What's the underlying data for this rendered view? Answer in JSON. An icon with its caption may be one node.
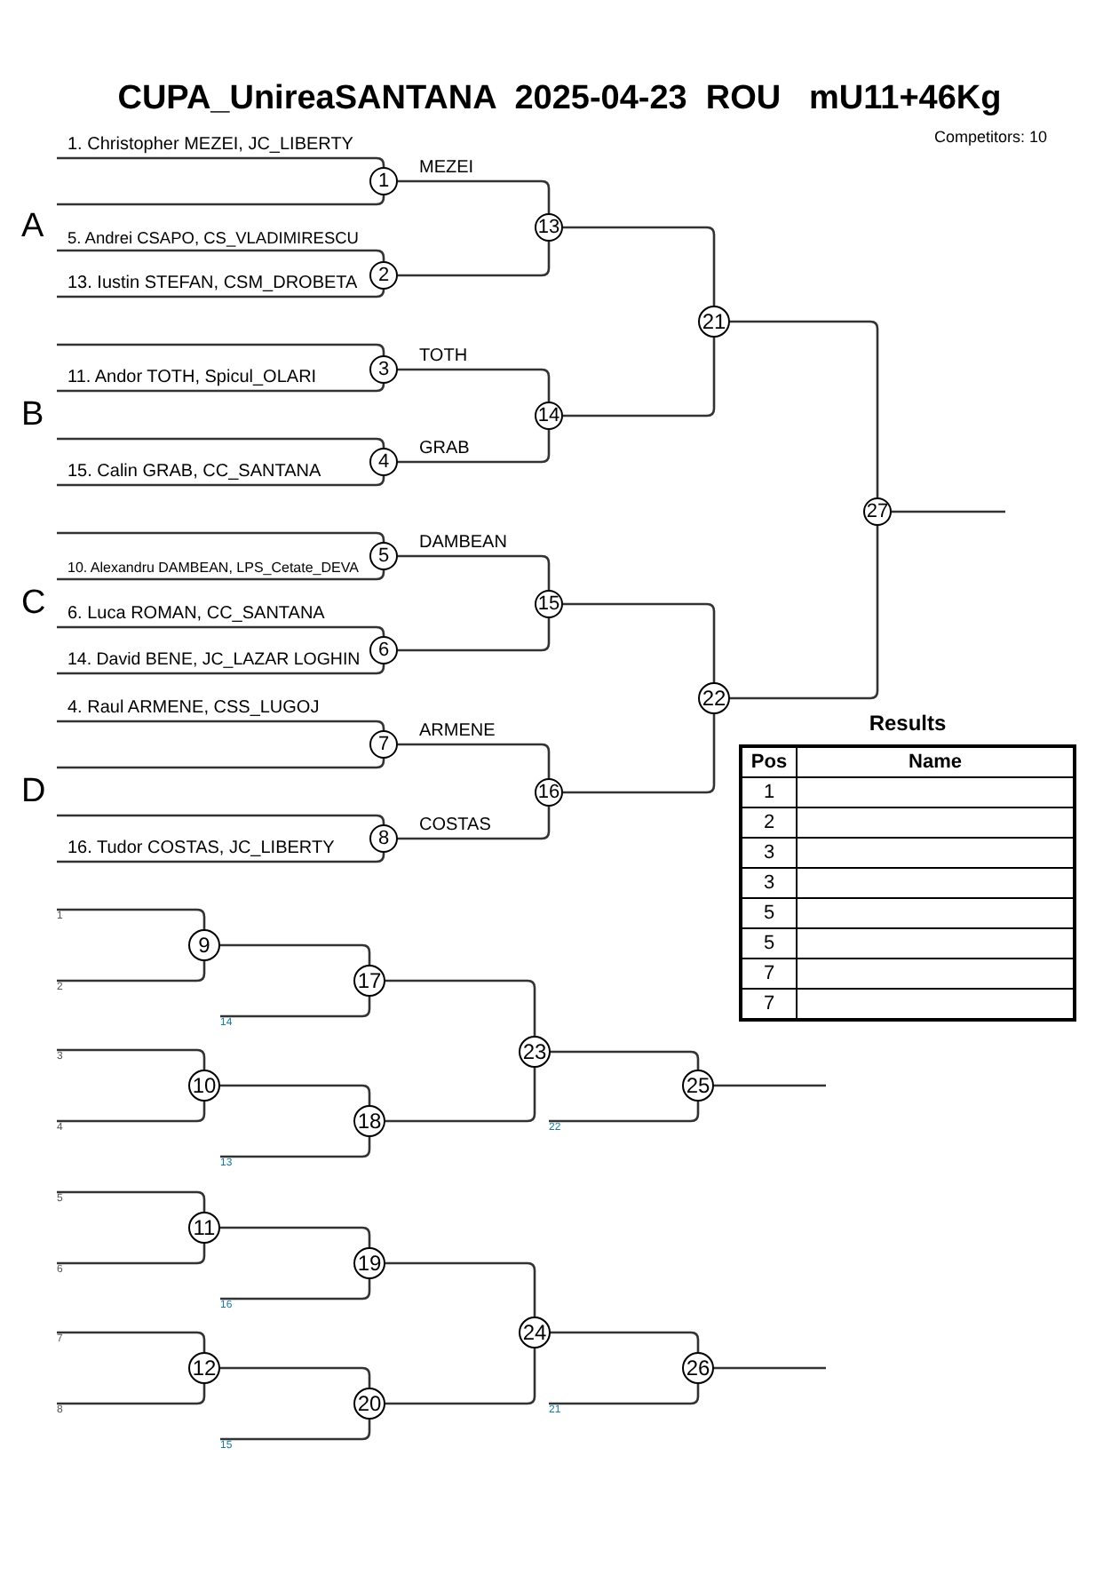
{
  "diagram": {
    "title": "CUPA_UnireaSANTANA  2025-04-23  ROU   mU11+46Kg",
    "nodes": [
      {
        "text": [
          "1"
        ]
      },
      {
        "text": [
          "2"
        ]
      },
      {
        "text": [
          "3"
        ]
      },
      {
        "text": [
          "4"
        ]
      },
      {
        "text": [
          "5"
        ]
      },
      {
        "text": [
          "6"
        ]
      },
      {
        "text": [
          "7"
        ]
      },
      {
        "text": [
          "8"
        ]
      },
      {
        "text": [
          "9"
        ]
      },
      {
        "text": [
          "10"
        ]
      },
      {
        "text": [
          "11"
        ]
      },
      {
        "text": [
          "12"
        ]
      },
      {
        "text": [
          "13"
        ]
      },
      {
        "text": [
          "14"
        ]
      },
      {
        "text": [
          "15"
        ]
      },
      {
        "text": [
          "16"
        ]
      },
      {
        "text": [
          "17"
        ]
      },
      {
        "text": [
          "18"
        ]
      },
      {
        "text": [
          "19"
        ]
      },
      {
        "text": [
          "20"
        ]
      },
      {
        "text": [
          "21"
        ]
      },
      {
        "text": [
          "22"
        ]
      },
      {
        "text": [
          "23"
        ]
      },
      {
        "text": [
          "24"
        ]
      },
      {
        "text": [
          "25"
        ]
      },
      {
        "text": [
          "26"
        ]
      },
      {
        "text": [
          "27"
        ]
      }
    ],
    "edges": [
      {
        "from": null,
        "to": 0,
        "arrow": "none",
        "label": "1. Christopher MEZEI, JC_LIBERTY"
      },
      {
        "from": null,
        "to": 0,
        "arrow": "none"
      },
      {
        "from": null,
        "to": 1,
        "arrow": "none",
        "label": "5. Andrei CSAPO, CS_VLADIMIRESCU"
      },
      {
        "from": null,
        "to": 1,
        "arrow": "none",
        "label": "13. Iustin STEFAN, CSM_DROBETA"
      },
      {
        "from": null,
        "to": 2,
        "arrow": "none"
      },
      {
        "from": null,
        "to": 2,
        "arrow": "none",
        "label": "11. Andor TOTH, Spicul_OLARI"
      },
      {
        "from": null,
        "to": 3,
        "arrow": "none"
      },
      {
        "from": null,
        "to": 3,
        "arrow": "none",
        "label": "15. Calin GRAB, CC_SANTANA"
      },
      {
        "from": null,
        "to": 4,
        "arrow": "none"
      },
      {
        "from": null,
        "to": 4,
        "arrow": "none",
        "label": "10. Alexandru DAMBEAN, LPS_Cetate_DEVA"
      },
      {
        "from": null,
        "to": 5,
        "arrow": "none",
        "label": "6. Luca ROMAN, CC_SANTANA"
      },
      {
        "from": null,
        "to": 5,
        "arrow": "none",
        "label": "14. David BENE, JC_LAZAR LOGHIN"
      },
      {
        "from": null,
        "to": 6,
        "arrow": "none",
        "label": "4. Raul ARMENE, CSS_LUGOJ"
      },
      {
        "from": null,
        "to": 6,
        "arrow": "none"
      },
      {
        "from": null,
        "to": 7,
        "arrow": "none"
      },
      {
        "from": null,
        "to": 7,
        "arrow": "none",
        "label": "16. Tudor COSTAS, JC_LIBERTY"
      },
      {
        "from": 0,
        "to": 12,
        "arrow": "none",
        "label": "MEZEI"
      },
      {
        "from": 1,
        "to": 12,
        "arrow": "none"
      },
      {
        "from": 2,
        "to": 13,
        "arrow": "none",
        "label": "TOTH"
      },
      {
        "from": 3,
        "to": 13,
        "arrow": "none",
        "label": "GRAB"
      },
      {
        "from": 4,
        "to": 14,
        "arrow": "none",
        "label": "DAMBEAN"
      },
      {
        "from": 5,
        "to": 14,
        "arrow": "none"
      },
      {
        "from": 6,
        "to": 15,
        "arrow": "none",
        "label": "ARMENE"
      },
      {
        "from": 7,
        "to": 15,
        "arrow": "none",
        "label": "COSTAS"
      },
      {
        "from": 12,
        "to": 20,
        "arrow": "none"
      },
      {
        "from": 13,
        "to": 20,
        "arrow": "none"
      },
      {
        "from": 14,
        "to": 21,
        "arrow": "none"
      },
      {
        "from": 15,
        "to": 21,
        "arrow": "none"
      },
      {
        "from": 20,
        "to": 26,
        "arrow": "none"
      },
      {
        "from": 21,
        "to": 26,
        "arrow": "none"
      },
      {
        "from": 26,
        "to": null,
        "arrow": "none"
      },
      {
        "from": null,
        "to": 8,
        "arrow": "none",
        "label": "1"
      },
      {
        "from": null,
        "to": 8,
        "arrow": "none",
        "label": "2"
      },
      {
        "from": null,
        "to": 9,
        "arrow": "none",
        "label": "3"
      },
      {
        "from": null,
        "to": 9,
        "arrow": "none",
        "label": "4"
      },
      {
        "from": null,
        "to": 10,
        "arrow": "none",
        "label": "5"
      },
      {
        "from": null,
        "to": 10,
        "arrow": "none",
        "label": "6"
      },
      {
        "from": null,
        "to": 11,
        "arrow": "none",
        "label": "7"
      },
      {
        "from": null,
        "to": 11,
        "arrow": "none",
        "label": "8"
      },
      {
        "from": 8,
        "to": 16,
        "arrow": "none"
      },
      {
        "from": null,
        "to": 16,
        "arrow": "none",
        "label": "14"
      },
      {
        "from": 9,
        "to": 17,
        "arrow": "none"
      },
      {
        "from": null,
        "to": 17,
        "arrow": "none",
        "label": "13"
      },
      {
        "from": 10,
        "to": 18,
        "arrow": "none"
      },
      {
        "from": null,
        "to": 18,
        "arrow": "none",
        "label": "16"
      },
      {
        "from": 11,
        "to": 19,
        "arrow": "none"
      },
      {
        "from": null,
        "to": 19,
        "arrow": "none",
        "label": "15"
      },
      {
        "from": 16,
        "to": 22,
        "arrow": "none"
      },
      {
        "from": 17,
        "to": 22,
        "arrow": "none"
      },
      {
        "from": 18,
        "to": 23,
        "arrow": "none"
      },
      {
        "from": 19,
        "to": 23,
        "arrow": "none"
      },
      {
        "from": 22,
        "to": 24,
        "arrow": "none"
      },
      {
        "from": null,
        "to": 24,
        "arrow": "none",
        "label": "22"
      },
      {
        "from": 23,
        "to": 25,
        "arrow": "none"
      },
      {
        "from": null,
        "to": 25,
        "arrow": "none",
        "label": "21"
      },
      {
        "from": 24,
        "to": null,
        "arrow": "none"
      },
      {
        "from": 25,
        "to": null,
        "arrow": "none"
      }
    ],
    "labels": [
      "Competitors: 10",
      "A",
      "B",
      "C",
      "D",
      "Results",
      "Pos",
      "Name",
      "1",
      "2",
      "3",
      "3",
      "5",
      "5",
      "7",
      "7"
    ]
  }
}
